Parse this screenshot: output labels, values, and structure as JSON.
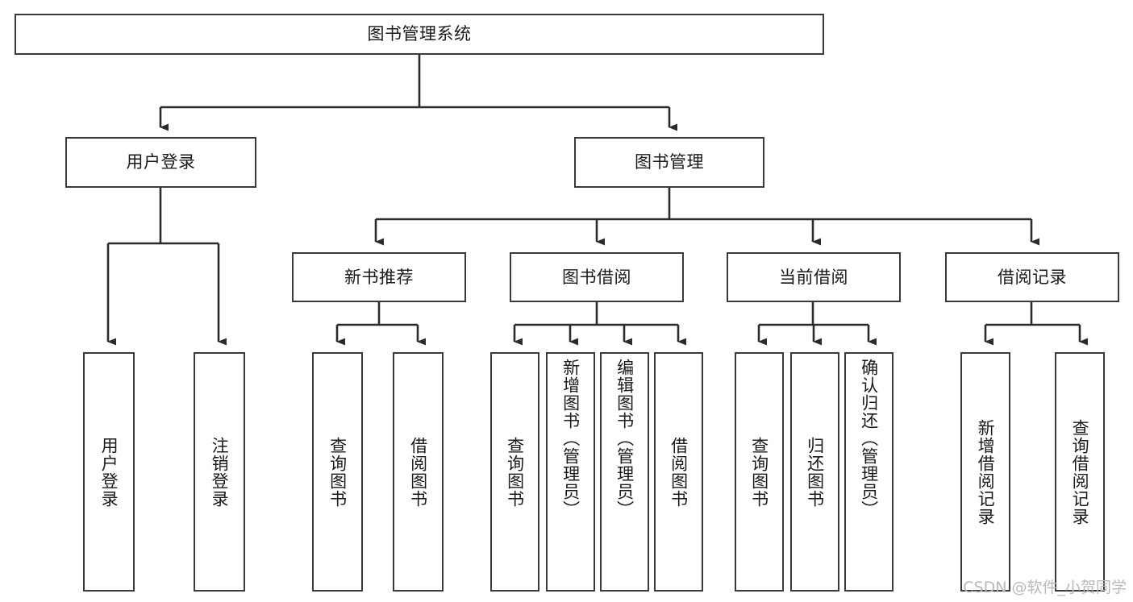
{
  "diagram": {
    "type": "tree-hierarchy",
    "title": "图书管理系统",
    "orientation": "top-down",
    "colors": {
      "node_border": "#3a3a3a",
      "node_fill": "#ffffff",
      "edge": "#2b2b2b",
      "text": "#1a1a1a",
      "watermark": "#b9b9b9",
      "background": "#ffffff"
    },
    "root": {
      "id": "root",
      "label": "图书管理系统"
    },
    "level2": [
      {
        "id": "user-login",
        "label": "用户登录"
      },
      {
        "id": "book-management",
        "label": "图书管理"
      }
    ],
    "level3": [
      {
        "id": "new-book-recommend",
        "label": "新书推荐",
        "parent": "book-management"
      },
      {
        "id": "book-borrow",
        "label": "图书借阅",
        "parent": "book-management"
      },
      {
        "id": "current-borrow",
        "label": "当前借阅",
        "parent": "book-management"
      },
      {
        "id": "borrow-record",
        "label": "借阅记录",
        "parent": "book-management"
      }
    ],
    "leaves": {
      "user-login": [
        {
          "id": "leaf-user-login",
          "label": "用户登录"
        },
        {
          "id": "leaf-user-logout",
          "label": "注销登录"
        }
      ],
      "new-book-recommend": [
        {
          "id": "leaf-query-book-1",
          "label": "查询图书"
        },
        {
          "id": "leaf-borrow-book-1",
          "label": "借阅图书"
        }
      ],
      "book-borrow": [
        {
          "id": "leaf-query-book-2",
          "label": "查询图书"
        },
        {
          "id": "leaf-add-book-admin",
          "label": "新增图书（管理员）"
        },
        {
          "id": "leaf-edit-book-admin",
          "label": "编辑图书（管理员）"
        },
        {
          "id": "leaf-borrow-book-2",
          "label": "借阅图书"
        }
      ],
      "current-borrow": [
        {
          "id": "leaf-query-book-3",
          "label": "查询图书"
        },
        {
          "id": "leaf-return-book",
          "label": "归还图书"
        },
        {
          "id": "leaf-confirm-return-admin",
          "label": "确认归还（管理员）"
        }
      ],
      "borrow-record": [
        {
          "id": "leaf-add-borrow-record",
          "label": "新增借阅记录"
        },
        {
          "id": "leaf-query-borrow-record",
          "label": "查询借阅记录"
        }
      ]
    }
  },
  "watermark": {
    "text": "CSDN @软件_小贺同学"
  }
}
